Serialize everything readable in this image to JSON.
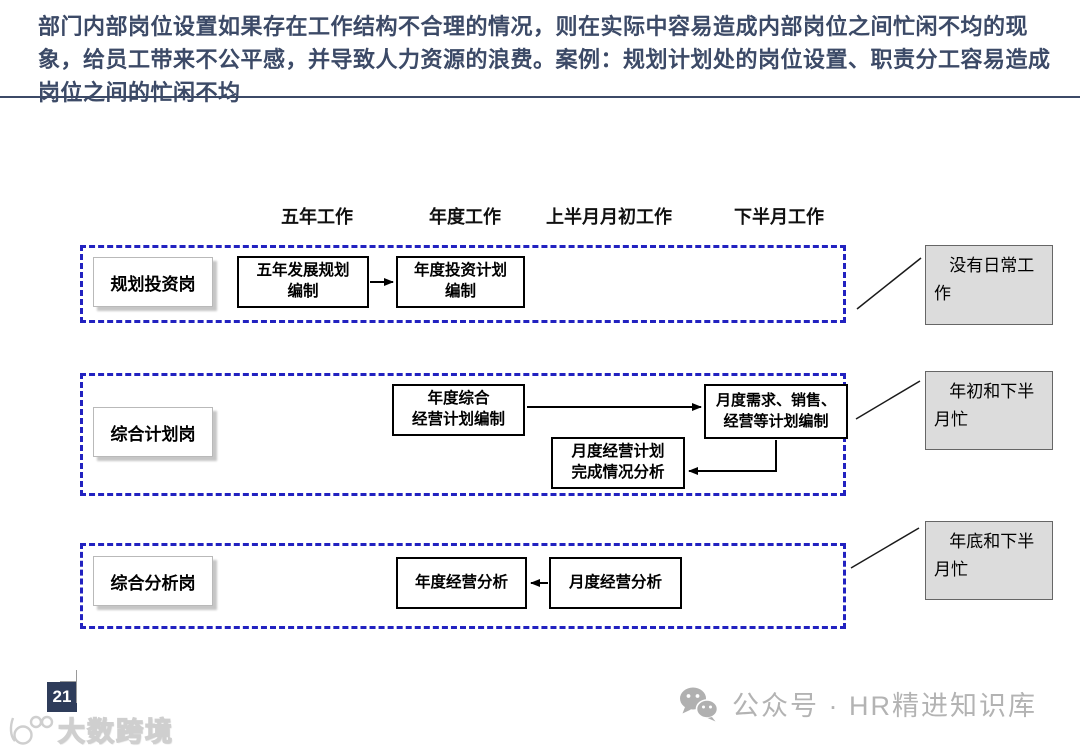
{
  "slide": {
    "title": "部门内部岗位设置如果存在工作结构不合理的情况，则在实际中容易造成内部岗位之间忙闲不均的现象，给员工带来不公平感，并导致人力资源的浪费。案例：规划计划处的岗位设置、职责分工容易造成岗位之间的忙闲不均"
  },
  "diagram": {
    "column_headers": [
      "五年工作",
      "年度工作",
      "上半月月初工作",
      "下半月工作"
    ],
    "rows": [
      {
        "label": "规划投资岗",
        "annotation": "没有日常工作",
        "boxes": [
          {
            "line1": "五年发展规划",
            "line2": "编制"
          },
          {
            "line1": "年度投资计划",
            "line2": "编制"
          }
        ]
      },
      {
        "label": "综合计划岗",
        "annotation": "年初和下半月忙",
        "boxes": [
          {
            "line1": "年度综合",
            "line2": "经营计划编制"
          },
          {
            "line1": "月度需求、销售、",
            "line2": "经营等计划编制"
          },
          {
            "line1": "月度经营计划",
            "line2": "完成情况分析"
          }
        ]
      },
      {
        "label": "综合分析岗",
        "annotation": "年底和下半月忙",
        "boxes": [
          {
            "line1": "年度经营分析"
          },
          {
            "line1": "月度经营分析"
          }
        ]
      }
    ]
  },
  "footer": {
    "page_number": "21",
    "watermark_text": "大数跨境",
    "wechat_icon": "wechat-chat-bubbles",
    "wechat_label": "公众号 · HR精进知识库"
  },
  "colors": {
    "title_text": "#3c4a67",
    "dashed_border": "#2222c0",
    "annotation_bg": "#dcdcdc",
    "badge_bg": "#2e3c5a",
    "footer_gray": "#b3b3b3"
  }
}
